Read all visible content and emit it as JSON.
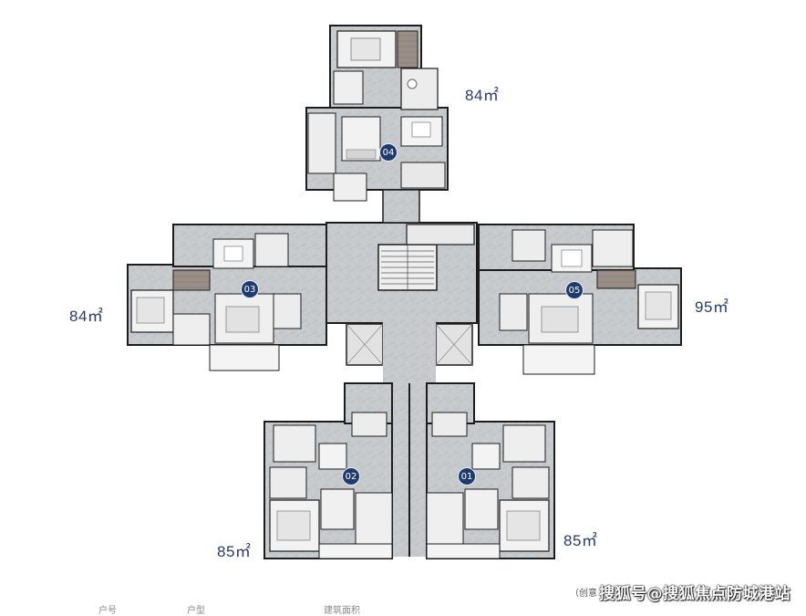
{
  "units": [
    {
      "id": "01",
      "area": "85㎡"
    },
    {
      "id": "02",
      "area": "85㎡"
    },
    {
      "id": "03",
      "area": "84㎡"
    },
    {
      "id": "04",
      "area": "84㎡"
    },
    {
      "id": "05",
      "area": "95㎡"
    }
  ],
  "credit": "（创意",
  "watermark": "搜狐号@搜狐焦点防城港站",
  "footer_cut": [
    "户号",
    "户型",
    "建筑面积"
  ],
  "colors": {
    "wall": "#1c1c1c",
    "floor": "#c9ccd0",
    "room": "#f2f2f2",
    "badge": "#1f3b6e",
    "label": "#2c3a6b"
  }
}
